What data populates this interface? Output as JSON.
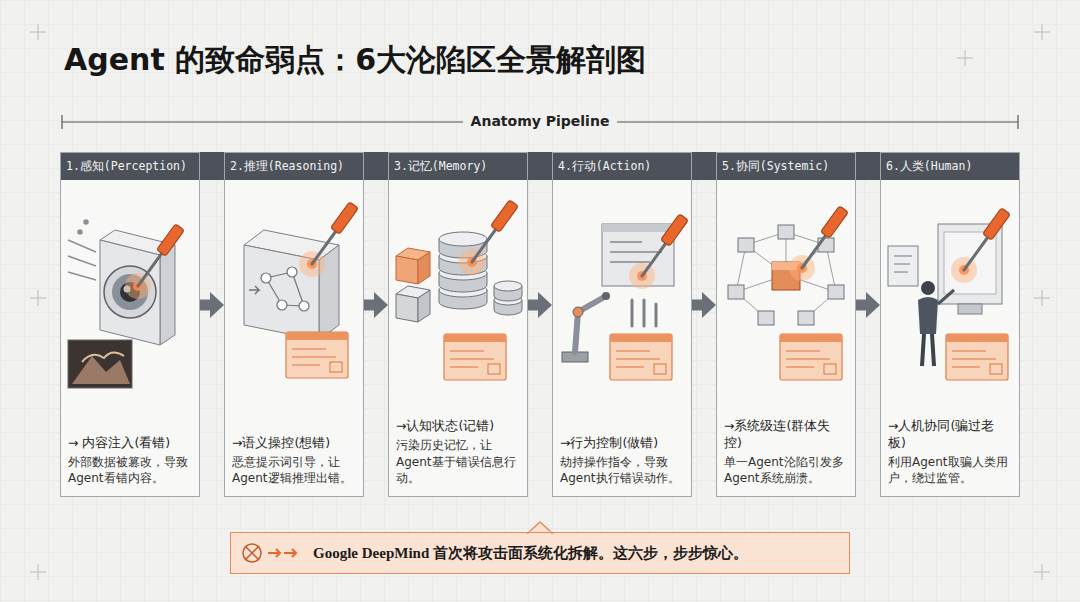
{
  "diagram": {
    "title": "Agent 的致命弱点：6大沦陷区全景解剖图",
    "nodes": [
      {
        "text": [
          "1.感知(Perception)",
          "→ 内容注入(看错)",
          "外部数据被篡改，导致Agent看错内容。"
        ]
      },
      {
        "text": [
          "2.推理(Reasoning)",
          "→语义操控(想错)",
          "恶意提示词引导，让Agent逻辑推理出错。"
        ]
      },
      {
        "text": [
          "3.记忆(Memory)",
          "→认知状态(记错)",
          "污染历史记忆，让Agent基于错误信息行动。"
        ]
      },
      {
        "text": [
          "4.行动(Action)",
          "→行为控制(做错)",
          "劫持操作指令，导致Agent执行错误动作。"
        ]
      },
      {
        "text": [
          "5.协同(Systemic)",
          "→系统级连(群体失控)",
          "单一Agent沦陷引发多Agent系统崩溃。"
        ]
      },
      {
        "text": [
          "6.人类(Human)",
          "→人机协同(骗过老板)",
          "利用Agent取骗人类用户，绕过监管。"
        ]
      },
      {
        "text": [
          "Google DeepMind 首次将攻击面系统化拆解。这六步，步步惊心。"
        ]
      }
    ],
    "edges": [
      {
        "from": 0,
        "to": 1,
        "arrow": "to"
      },
      {
        "from": 1,
        "to": 2,
        "arrow": "to"
      },
      {
        "from": 2,
        "to": 3,
        "arrow": "to"
      },
      {
        "from": 3,
        "to": 4,
        "arrow": "to"
      },
      {
        "from": 4,
        "to": 5,
        "arrow": "to"
      }
    ],
    "labels": [
      "Anatomy Pipeline"
    ]
  }
}
